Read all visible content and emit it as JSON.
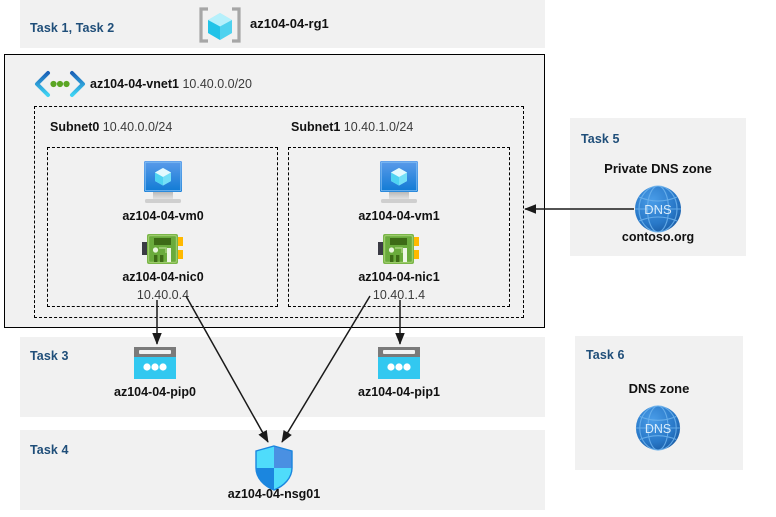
{
  "diagram": {
    "title_region": {
      "task_label": "Task 1, Task 2",
      "resource_group_name": "az104-04-rg1",
      "resource_group_icon": "resource-group-cube-icon"
    },
    "vnet": {
      "name": "az104-04-vnet1",
      "cidr": "10.40.0.0/20",
      "icon": "virtual-network-icon"
    },
    "subnets": [
      {
        "name": "Subnet0",
        "cidr": "10.40.0.0/24",
        "vm": {
          "name": "az104-04-vm0",
          "icon": "virtual-machine-icon"
        },
        "nic": {
          "name": "az104-04-nic0",
          "ip": "10.40.0.4",
          "icon": "network-interface-icon"
        }
      },
      {
        "name": "Subnet1",
        "cidr": "10.40.1.0/24",
        "vm": {
          "name": "az104-04-vm1",
          "icon": "virtual-machine-icon"
        },
        "nic": {
          "name": "az104-04-nic1",
          "ip": "10.40.1.4",
          "icon": "network-interface-icon"
        }
      }
    ],
    "task3": {
      "task_label": "Task 3",
      "pips": [
        {
          "name": "az104-04-pip0",
          "icon": "public-ip-address-icon"
        },
        {
          "name": "az104-04-pip1",
          "icon": "public-ip-address-icon"
        }
      ]
    },
    "task4": {
      "task_label": "Task 4",
      "nsg": {
        "name": "az104-04-nsg01",
        "icon": "network-security-group-shield-icon"
      }
    },
    "task5": {
      "task_label": "Task 5",
      "heading": "Private DNS zone",
      "zone_name": "contoso.org",
      "icon": "dns-globe-icon",
      "icon_text": "DNS"
    },
    "task6": {
      "task_label": "Task 6",
      "heading": "DNS zone",
      "icon": "dns-globe-icon",
      "icon_text": "DNS"
    },
    "colors": {
      "task_label_blue": "#1f4e79",
      "panel_gray": "#f1f1f1",
      "page_white": "#ffffff",
      "azure_blue": "#0078d4",
      "cyan": "#32c8f0",
      "nic_green": "#6aab3c",
      "dns_blue": "#2878c8",
      "arrow_black": "#1a1a1a"
    }
  }
}
